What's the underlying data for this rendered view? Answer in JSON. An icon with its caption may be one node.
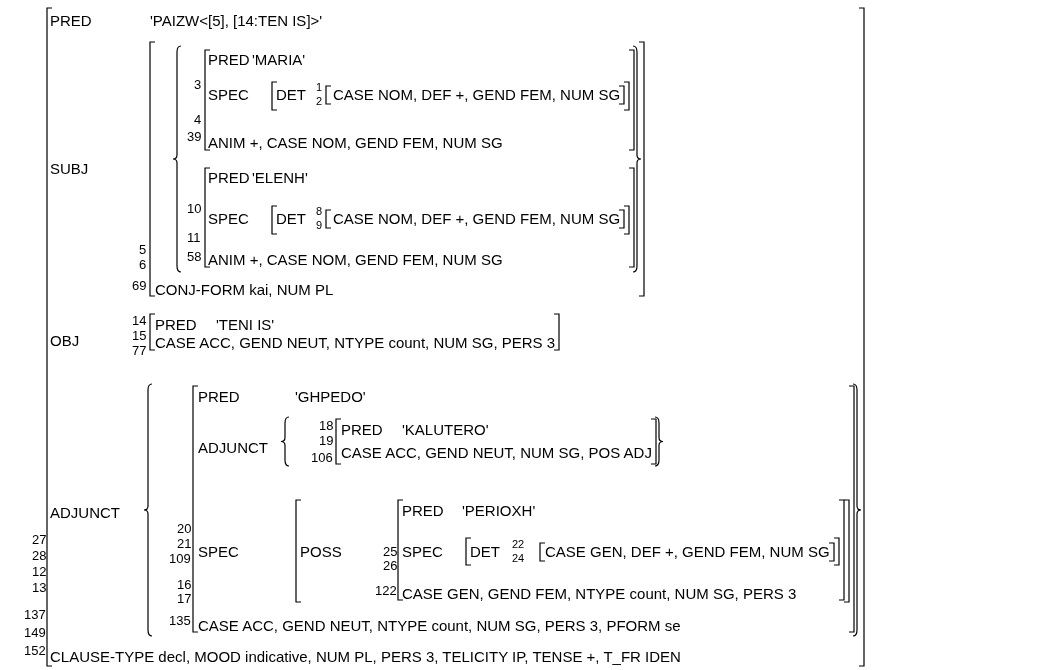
{
  "diagram": {
    "labels": [
      "PRED",
      "'PAIZW<[5], [14:TEN IS]>'",
      "PRED",
      "'MARIA'",
      "3",
      "SPEC",
      "DET",
      "1",
      "2",
      "CASE NOM, DEF +, GEND FEM, NUM SG",
      "4",
      "39",
      "ANIM +, CASE NOM, GEND FEM, NUM SG",
      "SUBJ",
      "PRED",
      "'ELENH'",
      "10",
      "SPEC",
      "DET",
      "8",
      "9",
      "CASE NOM, DEF +, GEND FEM, NUM SG",
      "11",
      "5",
      "6",
      "58",
      "ANIM +, CASE NOM, GEND FEM, NUM SG",
      "69",
      "CONJ-FORM kai, NUM PL",
      "14",
      "PRED",
      "'TENI IS'",
      "OBJ",
      "15",
      "CASE ACC, GEND NEUT, NTYPE count, NUM SG, PERS 3",
      "77",
      "PRED",
      "'GHPEDO'",
      "18",
      "PRED",
      "'KALUTERO'",
      "ADJUNCT",
      "19",
      "106",
      "CASE ACC, GEND NEUT, NUM SG, POS ADJ",
      "ADJUNCT",
      "PRED",
      "'PERIOXH'",
      "20",
      "27",
      "21",
      "28",
      "SPEC",
      "POSS",
      "25",
      "SPEC",
      "DET",
      "22",
      "24",
      "CASE GEN, DEF +, GEND FEM, NUM SG",
      "109",
      "26",
      "12",
      "16",
      "122",
      "CASE GEN, GEND FEM, NTYPE count, NUM SG, PERS 3",
      "13",
      "17",
      "137",
      "135",
      "CASE ACC, GEND NEUT, NTYPE count, NUM SG, PERS 3, PFORM se",
      "149",
      "152",
      "CLAUSE-TYPE decl, MOOD indicative, NUM PL, PERS 3, TELICITY IP, TENSE +, T_FR IDEN"
    ]
  }
}
